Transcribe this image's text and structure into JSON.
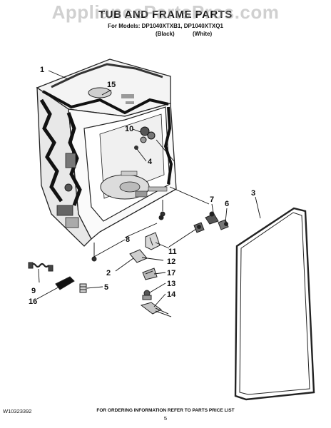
{
  "watermark": "AppliancePartsPros.com",
  "header": {
    "title": "TUB AND FRAME PARTS",
    "models_line": "For Models: DP1040XTXB1, DP1040XTXQ1",
    "variant_black": "(Black)",
    "variant_white": "(White)"
  },
  "callouts": [
    "1",
    "15",
    "10",
    "4",
    "7",
    "6",
    "3",
    "8",
    "11",
    "12",
    "17",
    "2",
    "13",
    "14",
    "9",
    "16",
    "5"
  ],
  "footer": {
    "doc_number": "W10323392",
    "ordering_note": "FOR ORDERING INFORMATION REFER TO PARTS PRICE LIST",
    "page_number": "5"
  }
}
